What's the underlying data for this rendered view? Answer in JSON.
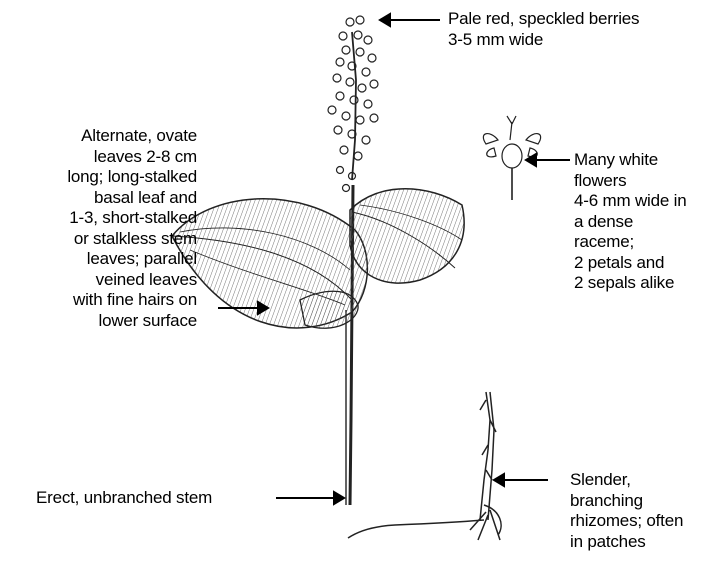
{
  "labels": {
    "berries": [
      "Pale red, speckled berries",
      "3-5 mm wide"
    ],
    "leaves": [
      "Alternate, ovate",
      "leaves 2-8 cm",
      "long; long-stalked",
      "basal leaf and",
      "1-3, short-stalked",
      "or stalkless stem",
      "leaves; parallel",
      "veined leaves",
      "with fine hairs on",
      "lower surface"
    ],
    "flowers": [
      "Many white",
      "flowers",
      "4-6 mm wide in",
      "a dense",
      "raceme;",
      "2 petals and",
      "2 sepals alike"
    ],
    "stem": [
      "Erect, unbranched stem"
    ],
    "rhizomes": [
      "Slender,",
      "branching",
      "rhizomes; often",
      "in patches"
    ]
  }
}
